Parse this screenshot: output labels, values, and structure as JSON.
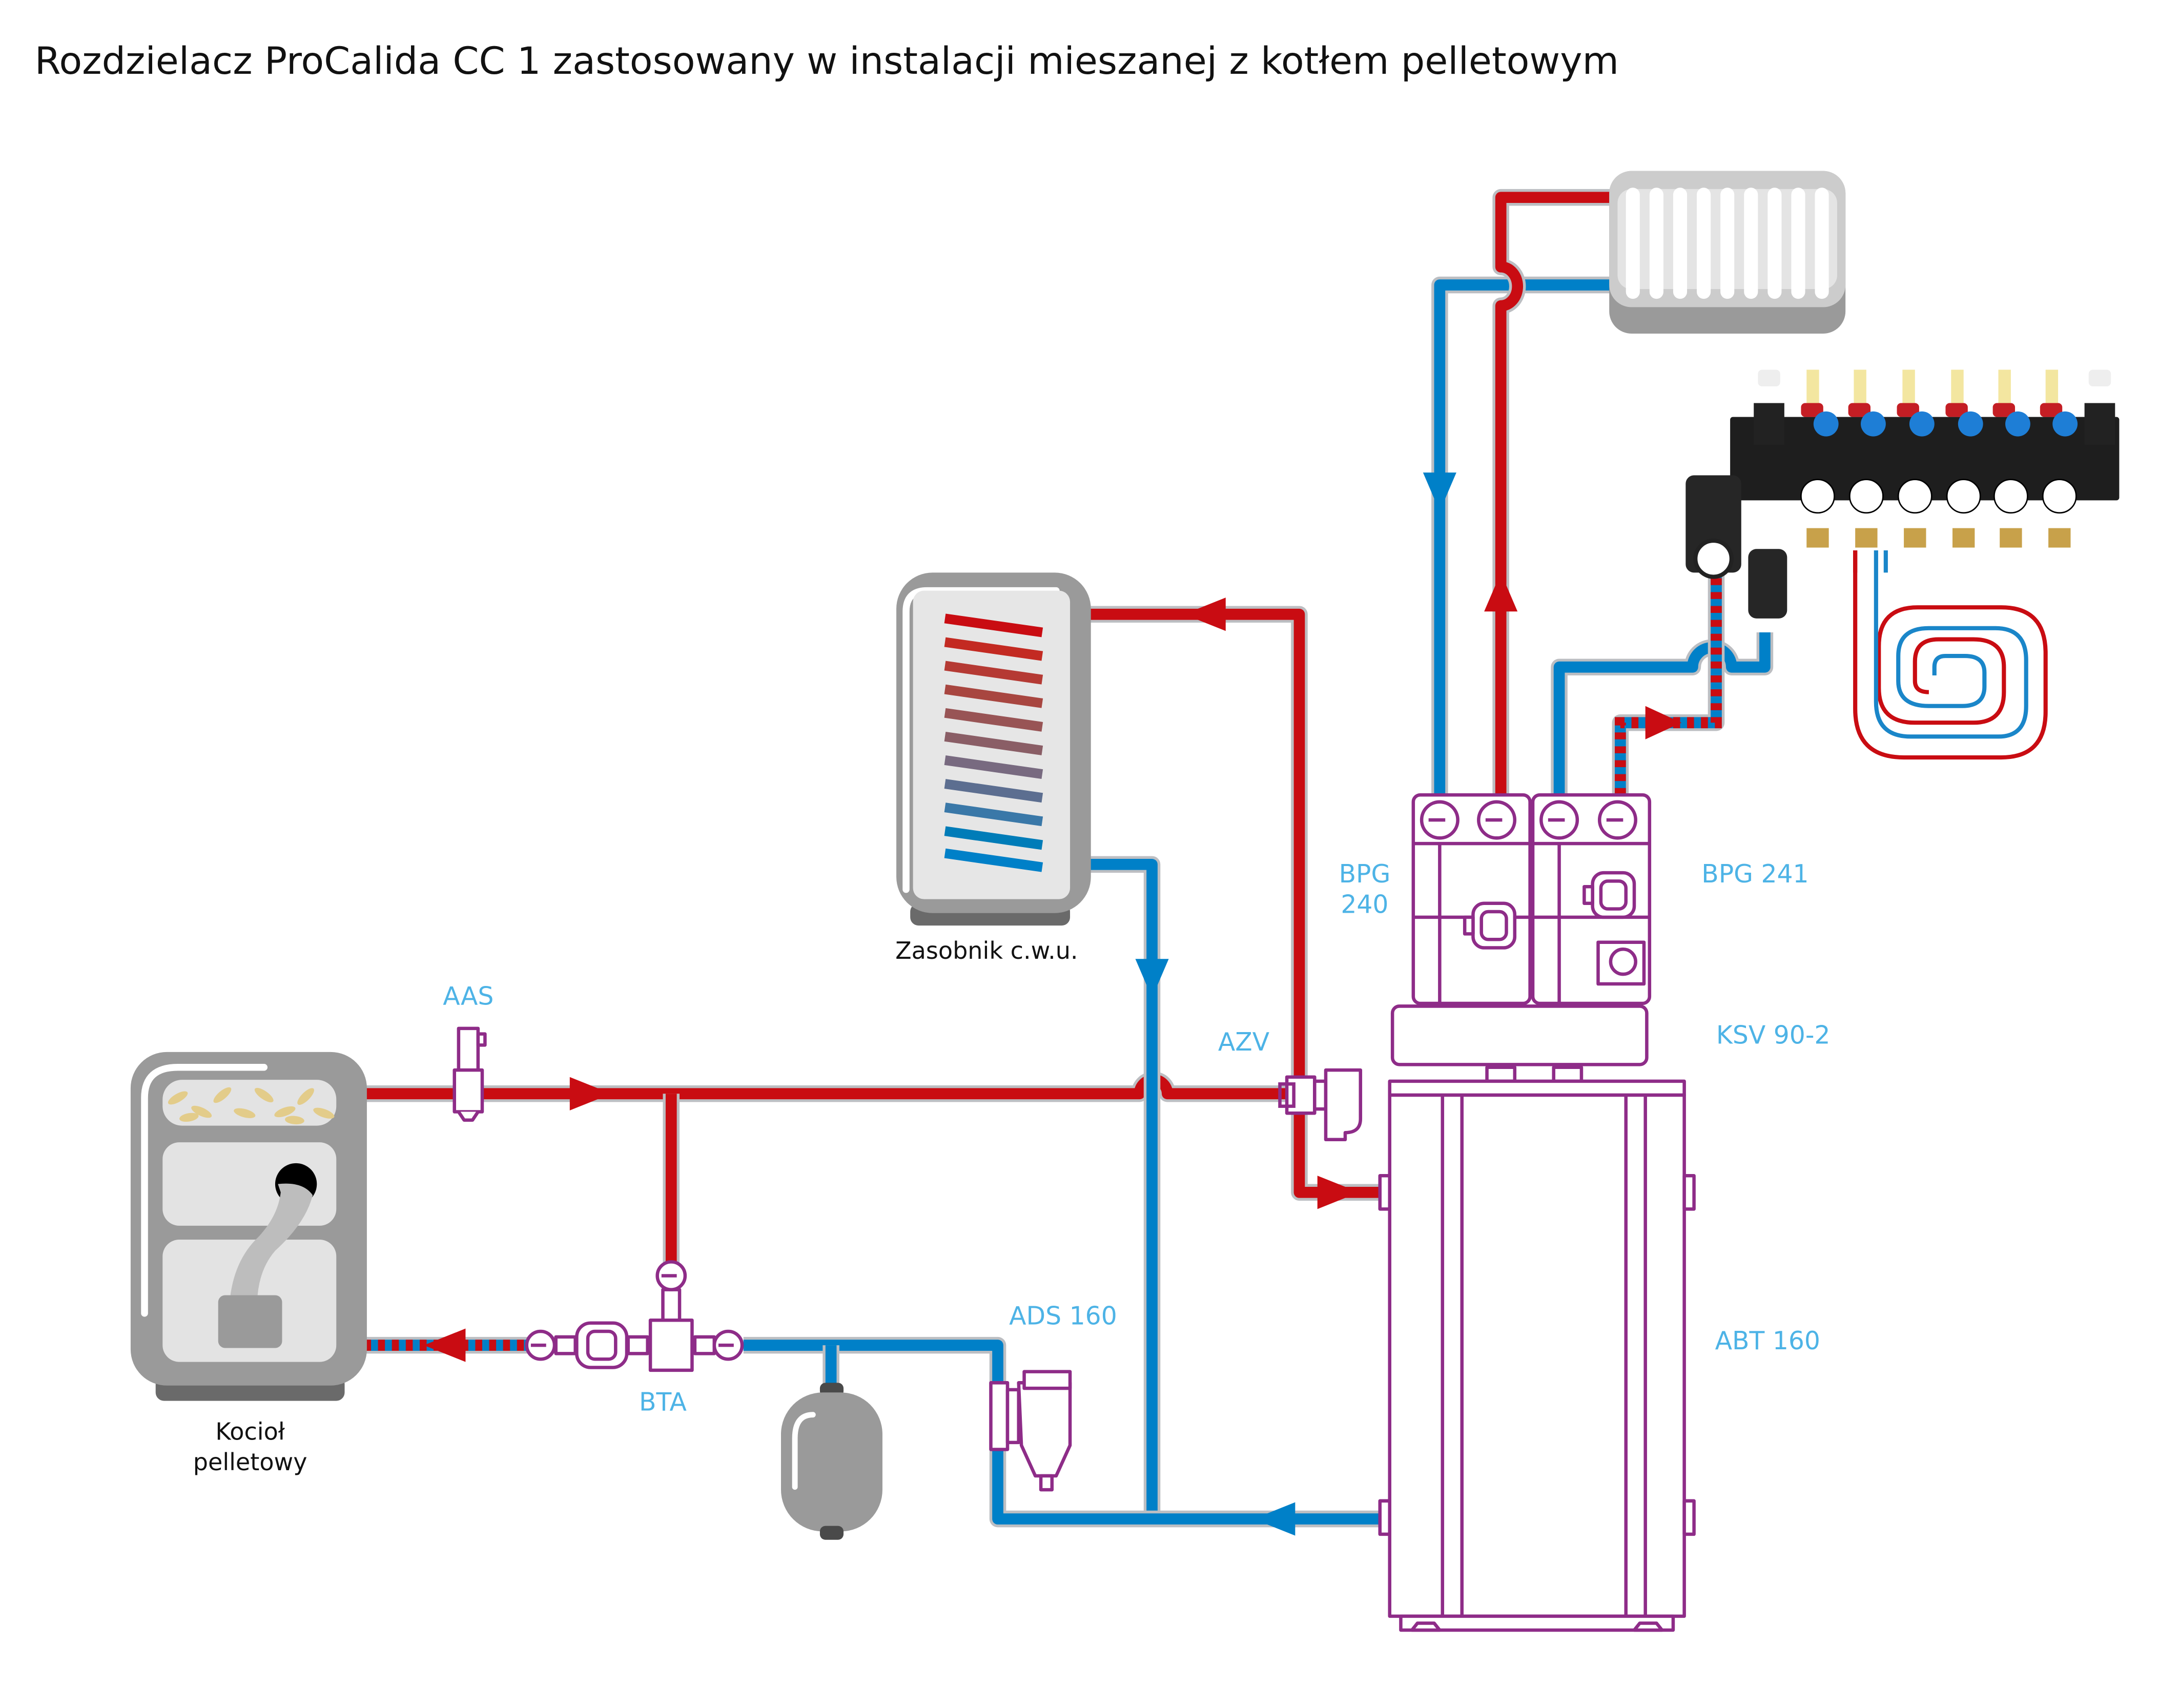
{
  "title": "Rozdzielacz ProCalida CC 1 zastosowany w instalacji mieszanej z kotłem pelletowym",
  "colors": {
    "hot": "#c90c12",
    "cold": "#0080c8",
    "device_outline": "#8e2c88",
    "label": "#4db3e6",
    "appliance_gray": "#9a9a9a",
    "pellet": "#e3cc8a"
  },
  "components": {
    "boiler": {
      "label_line1": "Kocioł",
      "label_line2": "pelletowy",
      "icon": "pellet-boiler-icon"
    },
    "dhw_tank": {
      "label": "Zasobnik c.w.u.",
      "icon": "hot-water-tank-icon"
    },
    "aas": {
      "label": "AAS",
      "icon": "air-vent-icon"
    },
    "bta": {
      "label": "BTA",
      "icon": "pump-group-icon"
    },
    "ads": {
      "label": "ADS 160",
      "icon": "dirt-separator-icon"
    },
    "azv": {
      "label": "AZV",
      "icon": "zone-valve-icon"
    },
    "bpg240": {
      "label_line1": "BPG",
      "label_line2": "240",
      "icon": "pump-group-icon"
    },
    "bpg241": {
      "label": "BPG 241",
      "icon": "mixing-pump-group-icon"
    },
    "ksv": {
      "label": "KSV 90-2",
      "icon": "manifold-icon"
    },
    "abt": {
      "label": "ABT 160",
      "icon": "buffer-tank-icon"
    },
    "expansion_vessel": {
      "icon": "expansion-vessel-icon"
    },
    "radiator": {
      "icon": "radiator-icon"
    },
    "floor_manifold": {
      "icon": "underfloor-manifold-icon",
      "circuits": 6
    },
    "floor_loop": {
      "icon": "underfloor-heating-loop-icon"
    }
  }
}
